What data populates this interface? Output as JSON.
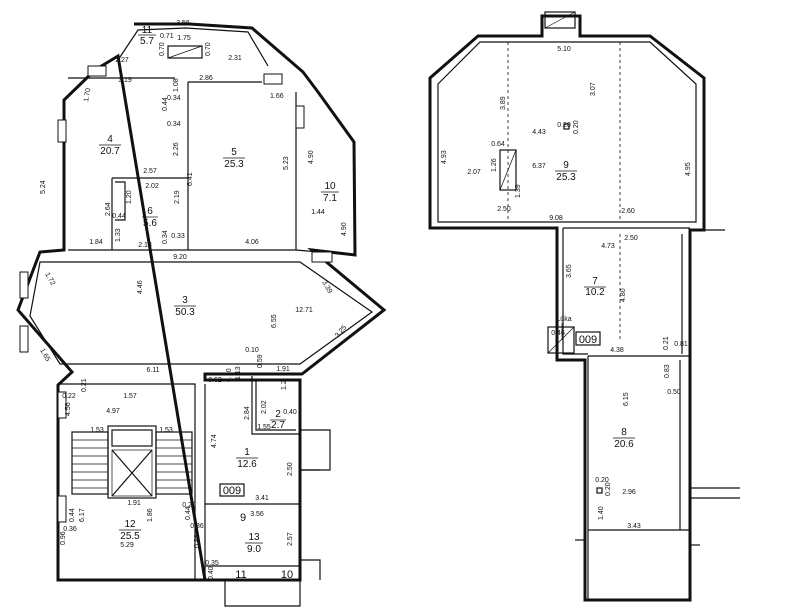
{
  "left_plan": {
    "rooms": [
      {
        "num": "11",
        "area": "5.7"
      },
      {
        "num": "4",
        "area": "20.7"
      },
      {
        "num": "5",
        "area": "25.3"
      },
      {
        "num": "6",
        "area": "5.6"
      },
      {
        "num": "10",
        "area": "7.1"
      },
      {
        "num": "3",
        "area": "50.3"
      },
      {
        "num": "2",
        "area": "2.7"
      },
      {
        "num": "1",
        "area": "12.6"
      },
      {
        "num": "12",
        "area": "25.5"
      },
      {
        "num": "13",
        "area": "9.0"
      }
    ],
    "dims": [
      "3.56",
      "0.71",
      "1.75",
      "0.70",
      "0.70",
      "2.27",
      "2.31",
      "3.19",
      "2.86",
      "1.08",
      "0.34",
      "0.44",
      "0.34",
      "1.70",
      "1.66",
      "2.26",
      "6.41",
      "5.23",
      "4.90",
      "5.24",
      "2.57",
      "2.02",
      "1.20",
      "2.19",
      "2.64",
      "0.44",
      "1.44",
      "1.33",
      "2.13",
      "0.33",
      "0.34",
      "4.06",
      "4.90",
      "1.84",
      "9.20",
      "1.72",
      "4.46",
      "3.39",
      "12.71",
      "6.55",
      "3.25",
      "1.65",
      "6.11",
      "0.10",
      "0.59",
      "1.91",
      "0.22",
      "0.21",
      "1.57",
      "0.62",
      "0.10",
      "1.13",
      "1.2",
      "4.56",
      "4.97",
      "2.84",
      "2.02",
      "0.40",
      "1.53",
      "1.53",
      "1.55",
      "4.74",
      "2.50",
      "1.91",
      "3.41",
      "3.56",
      "6.17",
      "1.86",
      "0.20",
      "0.44",
      "0.36",
      "0.44",
      "0.36",
      "0.96",
      "5.29",
      "0.86",
      "2.57",
      "0.35",
      "0.40"
    ],
    "labels": [
      "009",
      "9",
      "11",
      "10"
    ]
  },
  "right_plan": {
    "rooms": [
      {
        "num": "9",
        "area": "25.3"
      },
      {
        "num": "7",
        "area": "10.2"
      },
      {
        "num": "8",
        "area": "20.6"
      }
    ],
    "dims": [
      "5.10",
      "3.89",
      "3.07",
      "4.93",
      "0.20",
      "4.43",
      "0.20",
      "0.64",
      "4.95",
      "2.07",
      "1.26",
      "6.37",
      "1.39",
      "2.50",
      "2.60",
      "9.08",
      "4.73",
      "2.50",
      "3.65",
      "4.80",
      "0.46",
      "4.38",
      "0.21",
      "0.81",
      "0.83",
      "0.50",
      "6.15",
      "0.20",
      "0.20",
      "2.96",
      "1.40",
      "3.43"
    ],
    "labels": [
      "Lūka",
      "009"
    ]
  }
}
